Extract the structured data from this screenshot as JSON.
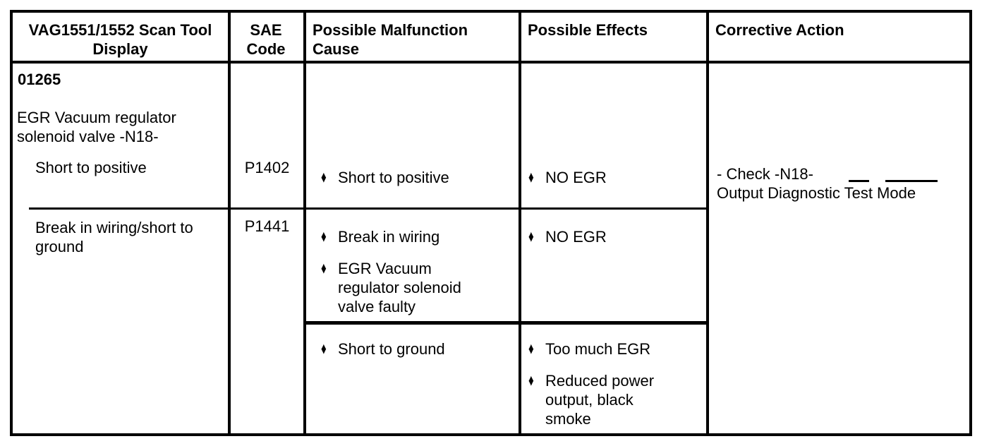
{
  "colors": {
    "ink": "#000000",
    "paper": "#ffffff"
  },
  "table": {
    "bullet": "♦",
    "headers": [
      {
        "label": "VAG1551/1552 Scan Tool Display"
      },
      {
        "label": "SAE Code"
      },
      {
        "label": "Possible Malfunction Cause"
      },
      {
        "label": "Possible Effects"
      },
      {
        "label": "Corrective Action"
      }
    ],
    "row": {
      "dtc": "01265",
      "component": "EGR Vacuum regulator solenoid valve -N18-",
      "sub_faults": [
        {
          "display": "Short to positive",
          "sae_code": "P1402",
          "causes": [
            "Short to positive"
          ],
          "effects": [
            "NO EGR"
          ]
        },
        {
          "display": "Break in wiring/short to ground",
          "sae_code": "P1441",
          "cause_groups": [
            {
              "causes": [
                "Break in wiring",
                "EGR Vacuum regulator solenoid valve faulty"
              ],
              "effects": [
                "NO EGR"
              ]
            },
            {
              "causes": [
                "Short to ground"
              ],
              "effects": [
                "Too much EGR",
                "Reduced power output, black smoke"
              ]
            }
          ]
        }
      ],
      "corrective_action": {
        "line1": "- Check -N18-",
        "line2": "Output Diagnostic Test Mode"
      }
    }
  }
}
